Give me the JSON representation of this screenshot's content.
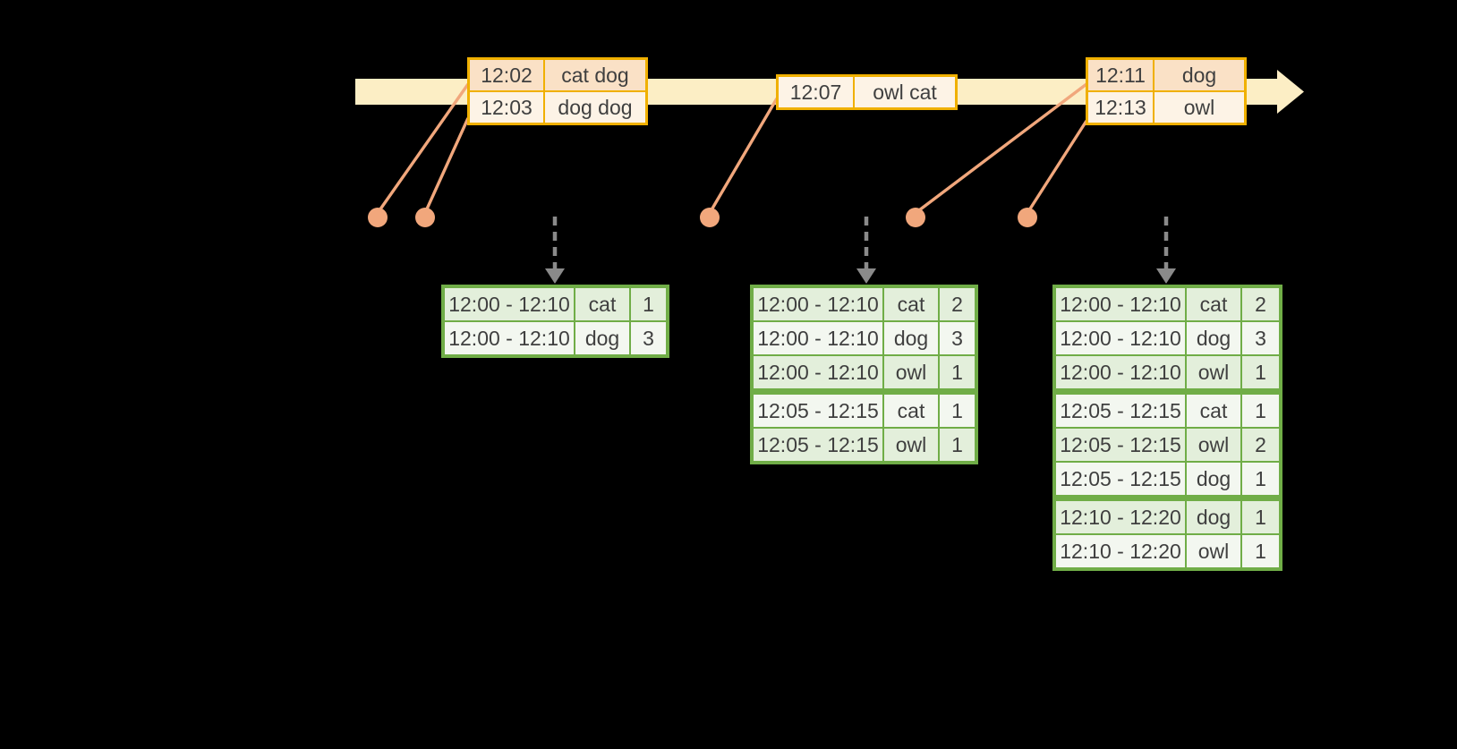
{
  "diagram": {
    "colors": {
      "background": "#000000",
      "timeline_fill": "#FCEEC5",
      "event_border": "#F0B000",
      "event_row_peach": "#FAE1C6",
      "event_row_cream": "#FDF3E6",
      "connector": "#F1A77C",
      "arrow_gray": "#8A8A8A",
      "result_border": "#70AD47",
      "result_row_green": "#E3EFDB",
      "result_row_white": "#F3F7F0",
      "text": "#3F3F3F"
    },
    "icons": {
      "timeline_arrow": "right-arrow",
      "trigger_arrow": "dashed-down-arrow",
      "event_marker": "dot"
    },
    "event_tables": [
      {
        "rows": [
          {
            "time": "12:02",
            "words": "cat dog",
            "tone": "peach"
          },
          {
            "time": "12:03",
            "words": "dog dog",
            "tone": "cream"
          }
        ]
      },
      {
        "rows": [
          {
            "time": "12:07",
            "words": "owl cat",
            "tone": "cream"
          }
        ]
      },
      {
        "rows": [
          {
            "time": "12:11",
            "words": "dog",
            "tone": "peach"
          },
          {
            "time": "12:13",
            "words": "owl",
            "tone": "cream"
          }
        ]
      }
    ],
    "result_tables": [
      {
        "rows": [
          {
            "window": "12:00 - 12:10",
            "word": "cat",
            "count": 1
          },
          {
            "window": "12:00 - 12:10",
            "word": "dog",
            "count": 3
          }
        ]
      },
      {
        "rows": [
          {
            "window": "12:00 - 12:10",
            "word": "cat",
            "count": 2
          },
          {
            "window": "12:00 - 12:10",
            "word": "dog",
            "count": 3
          },
          {
            "window": "12:00 - 12:10",
            "word": "owl",
            "count": 1
          },
          {
            "window": "12:05 - 12:15",
            "word": "cat",
            "count": 1
          },
          {
            "window": "12:05 - 12:15",
            "word": "owl",
            "count": 1
          }
        ]
      },
      {
        "rows": [
          {
            "window": "12:00 - 12:10",
            "word": "cat",
            "count": 2
          },
          {
            "window": "12:00 - 12:10",
            "word": "dog",
            "count": 3
          },
          {
            "window": "12:00 - 12:10",
            "word": "owl",
            "count": 1
          },
          {
            "window": "12:05 - 12:15",
            "word": "cat",
            "count": 1
          },
          {
            "window": "12:05 - 12:15",
            "word": "owl",
            "count": 2
          },
          {
            "window": "12:05 - 12:15",
            "word": "dog",
            "count": 1
          },
          {
            "window": "12:10 - 12:20",
            "word": "dog",
            "count": 1
          },
          {
            "window": "12:10 - 12:20",
            "word": "owl",
            "count": 1
          }
        ]
      }
    ]
  }
}
